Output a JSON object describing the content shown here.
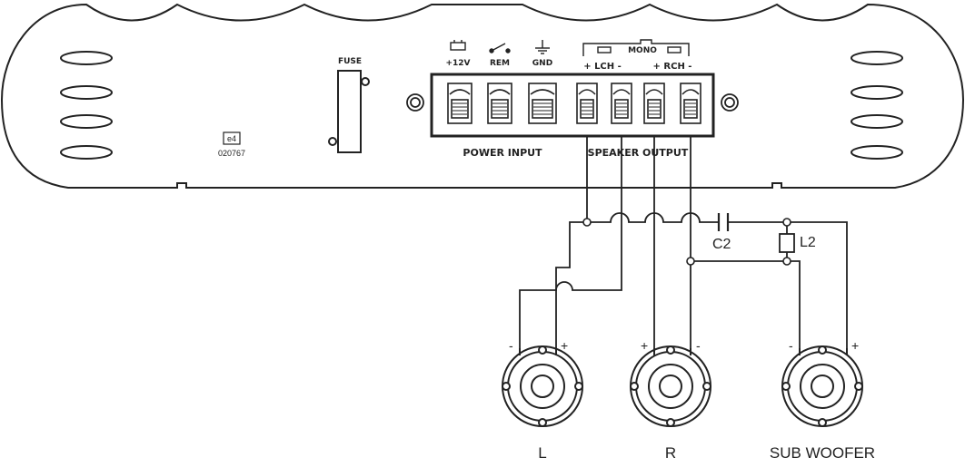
{
  "amplifier": {
    "fuse_label": "FUSE",
    "part_code": "e4",
    "part_number": "020767",
    "mono_label": "MONO",
    "power_input_label": "POWER INPUT",
    "speaker_output_label": "SPEAKER OUTPUT",
    "terminals": [
      {
        "label": "+12V",
        "group": "power"
      },
      {
        "label": "REM",
        "group": "power"
      },
      {
        "label": "GND",
        "group": "power"
      },
      {
        "label": "+",
        "group": "speaker"
      },
      {
        "label": "-",
        "group": "speaker"
      },
      {
        "label": "+",
        "group": "speaker"
      },
      {
        "label": "-",
        "group": "speaker"
      }
    ],
    "channel_labels": [
      "+ LCH -",
      "+ RCH -"
    ]
  },
  "components": {
    "capacitor": "C2",
    "inductor": "L2"
  },
  "speakers": [
    {
      "label": "L",
      "minus": "-",
      "plus": "+"
    },
    {
      "label": "R",
      "plus": "+",
      "minus": "-"
    },
    {
      "label": "SUB WOOFER",
      "minus": "-",
      "plus": "+"
    }
  ],
  "colors": {
    "stroke": "#222222",
    "background": "#ffffff"
  }
}
